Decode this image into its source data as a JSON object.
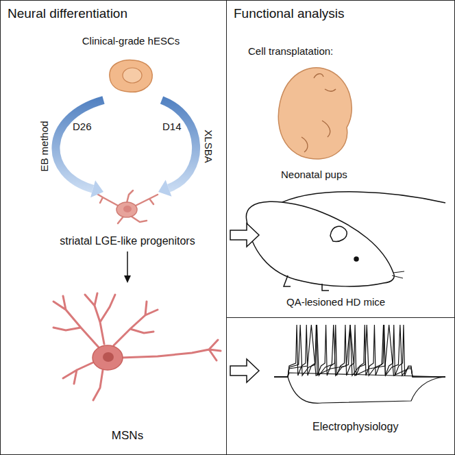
{
  "diagram": {
    "nodes": [
      {
        "text": [
          "Neural differentiation"
        ]
      },
      {
        "text": [
          "Clinical-grade hESCs"
        ],
        "in": 0
      },
      {
        "text": [
          "striatal LGE-like progenitors"
        ],
        "in": 0
      },
      {
        "text": [
          "MSNs"
        ],
        "in": 0
      },
      {
        "text": [
          "Functional analysis"
        ]
      },
      {
        "text": [
          "Electrophysiology"
        ]
      }
    ],
    "edges": [
      {
        "from": 1,
        "to": 2,
        "arrow": "to",
        "label": "EB method"
      },
      {
        "from": 1,
        "to": 2,
        "arrow": "to",
        "label": "XLSBA"
      },
      {
        "from": 2,
        "to": 3,
        "arrow": "to"
      },
      {
        "from": 2,
        "to": 4,
        "arrow": "to"
      },
      {
        "from": 3,
        "to": 5,
        "arrow": "to"
      }
    ],
    "labels": [
      "D26",
      "D14",
      "Cell transplatation:",
      "Neonatal pups",
      "QA-lesioned HD mice"
    ]
  }
}
